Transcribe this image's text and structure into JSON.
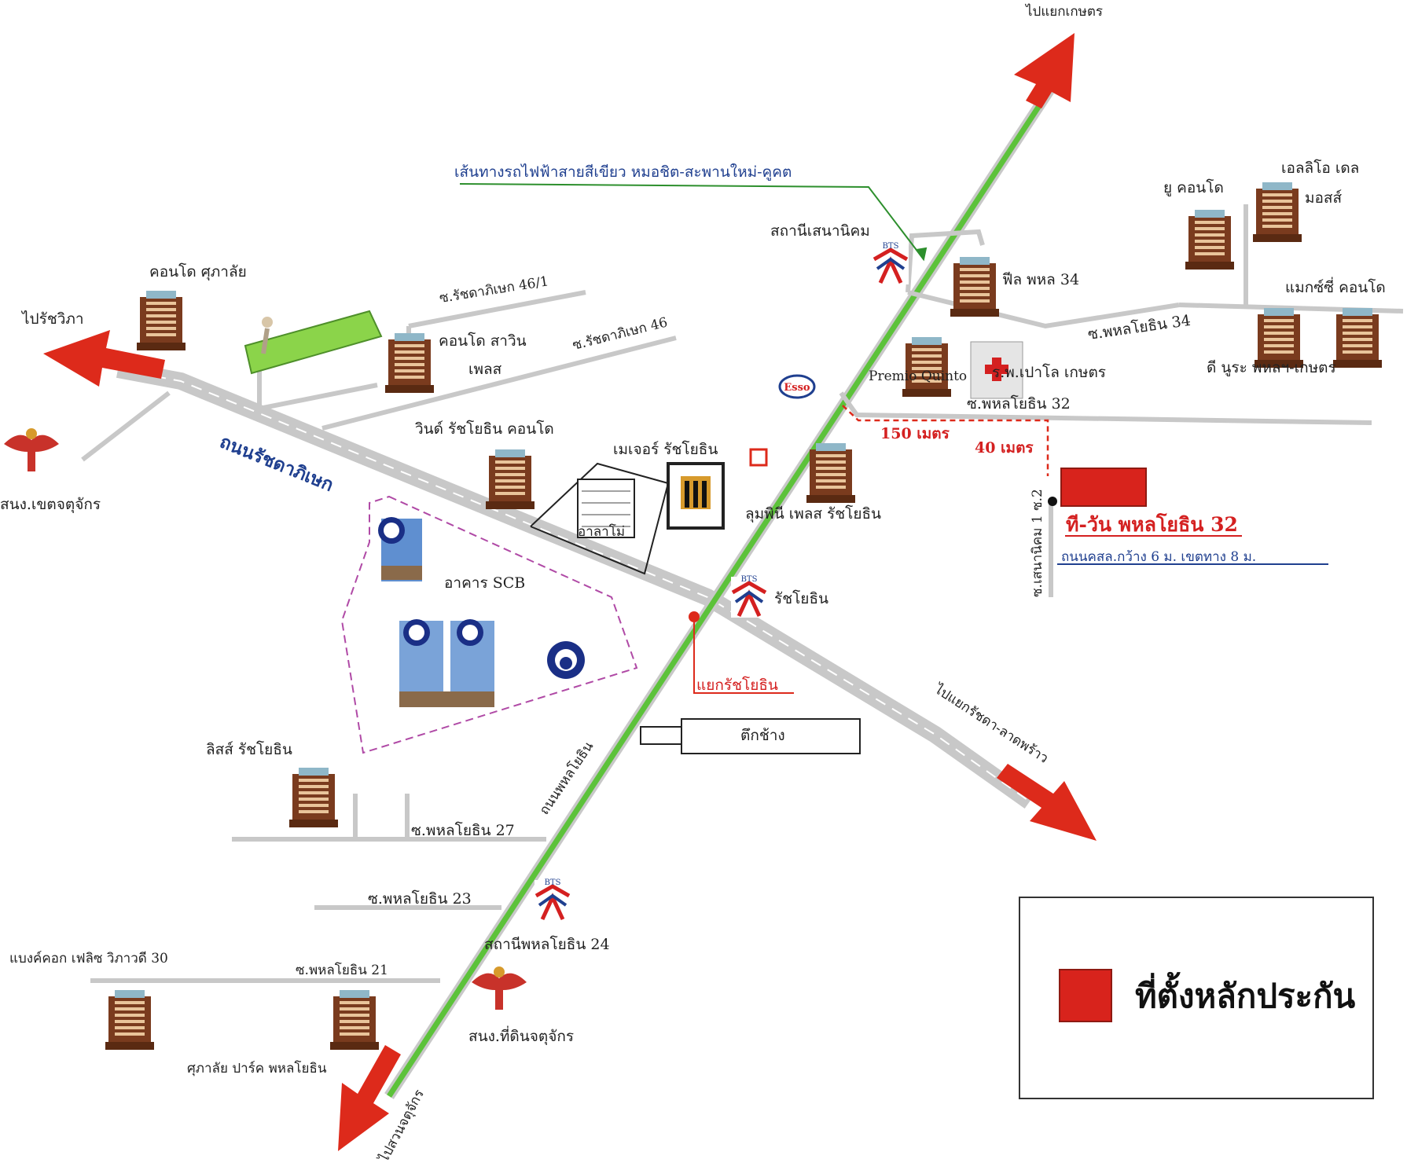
{
  "map": {
    "to_kaset": "ไปแยกเกษตร",
    "bts_green_line": "เส้นทางรถไฟฟ้าสายสีเขียว หมอชิต-สะพานใหม่-คูคต",
    "senanikhom_station": "สถานีเสนานิคม",
    "u_condo": "ยู คอนโด",
    "ellio_del": "เอลลิโอ เดล",
    "ellio_del_2": "มอสส์",
    "feel_phahol": "ฟีล พหล 34",
    "max_condo": "แมกซ์ซี่ คอนโด",
    "soi_phahol_34": "ซ.พหลโยธิน 34",
    "premio_quinto": "Premio Quinto",
    "paolo_hospital": "ร.พ.เปาโล เกษตร",
    "d_ura": "ดี นูระ พหลฯ-เกษตร",
    "soi_phahol_32": "ซ.พหลโยธิน 32",
    "dist_150": "150 เมตร",
    "dist_40": "40 เมตร",
    "soi_senanikhom_2": "ซ.เสนานิคม 1 ซ.2",
    "property_name": "ที-วัน พหลโยธิน 32",
    "road_info": "ถนนคสล.กว้าง 6 ม. เขตทาง 8 ม.",
    "condo_supalai": "คอนโด ศุภาลัย",
    "soi_ratchada_46_1": "ซ.รัชดาภิเษก 46/1",
    "to_ratchawipha": "ไปรัชวิภา",
    "condo_sawin": "คอนโด สาวิน",
    "condo_sawin_2": "เพลส",
    "soi_ratchada_46": "ซ.รัชดาภิเษก 46",
    "ratchadaphisek_road": "ถนนรัชดาภิเษก",
    "garuda_khet": "สนง.เขตจตุจักร",
    "whizdom_condo": "วินด์ รัชโยธิน คอนโด",
    "major_ratchayothin": "เมเจอร์ รัชโยธิน",
    "sumpinee_place": "ลุมพินี เพลส รัชโยธิน",
    "alamo": "อาลาโม่",
    "scb_building": "อาคาร SCB",
    "ratchayothin_station": "รัชโยธิน",
    "ratchayothin_junction": "แยกรัชโยธิน",
    "to_ratchada_ladprao": "ไปแยกรัชดา-ลาดพร้าว",
    "tuk_chang": "ตึกช้าง",
    "lits_ratchayothin": "ลิสส์ รัชโยธิน",
    "phahonyothin_road": "ถนนพหลโยธิน",
    "soi_phahol_27": "ซ.พหลโยธิน 27",
    "soi_phahol_23": "ซ.พหลโยธิน 23",
    "phahol24_station": "สถานีพหลโยธิน 24",
    "bangkok_flash": "แบงค์คอก เฟลิซ วิภาวดี 30",
    "soi_phahol_21": "ซ.พหลโยธิน 21",
    "land_office": "สนง.ที่ดินจตุจักร",
    "supalai_park": "ศุภาลัย ปาร์ค พหลโยธิน",
    "to_chatuchak": "ไปสวนจตุจักร",
    "esso": "Esso",
    "bts_logo": "BTS"
  },
  "legend": {
    "label": "ที่ตั้งหลักประกัน"
  },
  "colors": {
    "arrow_red": "#dd2a1b",
    "green_line": "#5cc23a",
    "property_red": "#d8231c",
    "road_gray": "#c8c8c8",
    "scb_purple": "#b04aa6",
    "text_blue": "#1f3f8f"
  }
}
